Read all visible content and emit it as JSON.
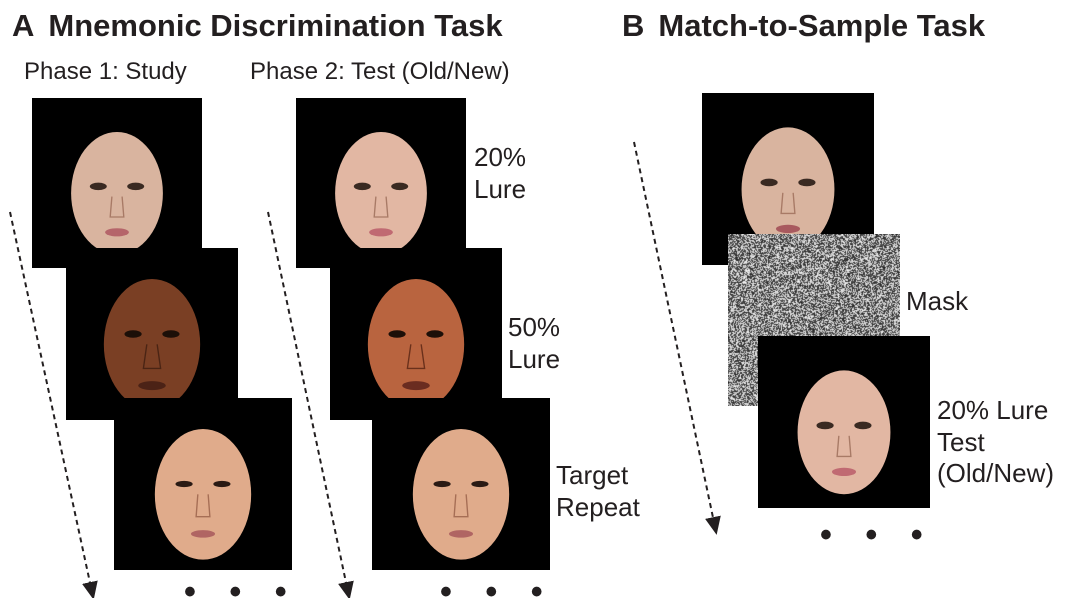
{
  "panel_a": {
    "letter": "A",
    "title": "Mnemonic Discrimination Task",
    "phase1": "Phase 1: Study",
    "phase2": "Phase 2: Test (Old/New)",
    "labels": {
      "lure20": [
        "20%",
        "Lure"
      ],
      "lure50": [
        "50%",
        "Lure"
      ],
      "target": [
        "Target",
        "Repeat"
      ]
    },
    "ellipsis": "• • •"
  },
  "panel_b": {
    "letter": "B",
    "title": "Match-to-Sample Task",
    "mask_label": "Mask",
    "test_label": [
      "20% Lure",
      "Test",
      "(Old/New)"
    ],
    "ellipsis": "• • •"
  },
  "faces": {
    "light_female_skin": "#d9b49f",
    "dark_male_skin": "#7a3f24",
    "asian_male_skin": "#e0ab8b",
    "lure_male_skin": "#b9643f",
    "lure_female_skin": "#e2b7a3"
  }
}
